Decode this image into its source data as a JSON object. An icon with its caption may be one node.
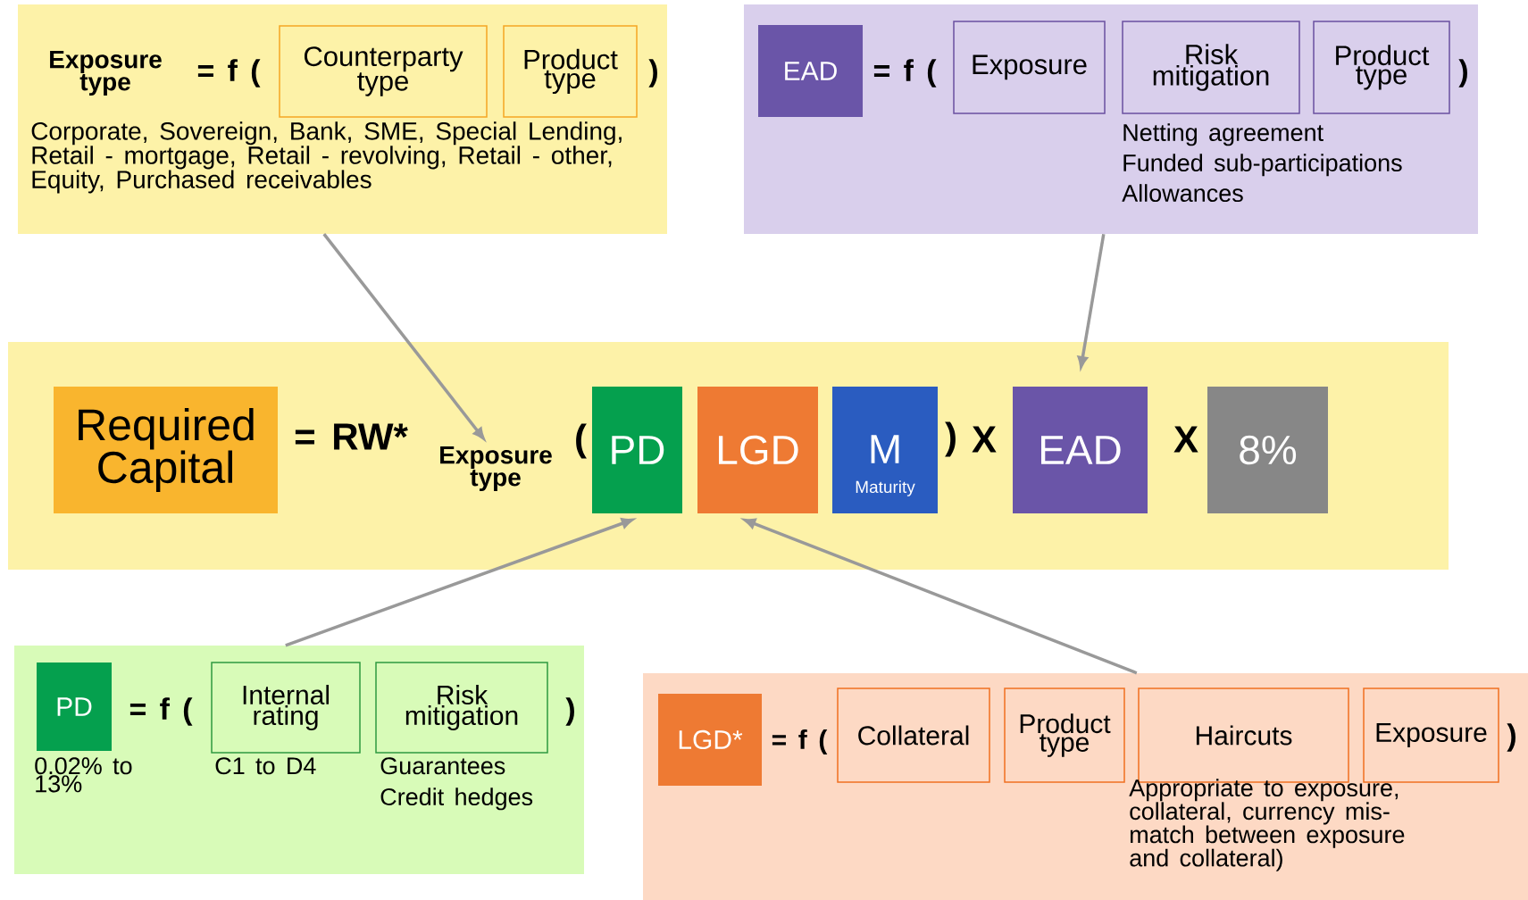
{
  "diagram": {
    "nodes": [
      {
        "text": [
          "Exposure type",
          "Corporate, Sovereign, Bank, SME, Special Lending, Retail - mortgage, Retail - revolving, Retail - other, Equity, Purchased receivables"
        ]
      },
      {
        "text": [
          "Counterparty type"
        ],
        "in": 0
      },
      {
        "text": [
          "Product type"
        ],
        "in": 0
      },
      {
        "text": [],
        "shape": "box"
      },
      {
        "text": [
          "EAD"
        ],
        "in": 3
      },
      {
        "text": [
          "Exposure"
        ],
        "in": 3
      },
      {
        "text": [
          "Risk mitigation"
        ],
        "in": 3,
        "beside": [
          "Netting agreement",
          "Funded sub-participations",
          "Allowances"
        ]
      },
      {
        "text": [
          "Product type"
        ],
        "in": 3
      },
      {
        "text": [],
        "shape": "box"
      },
      {
        "text": [
          "Required Capital"
        ],
        "in": 8
      },
      {
        "text": [
          "Exposure type"
        ],
        "in": 8
      },
      {
        "text": [
          "PD"
        ],
        "in": 8
      },
      {
        "text": [
          "LGD"
        ],
        "in": 8
      },
      {
        "text": [
          "M",
          "Maturity"
        ],
        "in": 8
      },
      {
        "text": [
          "EAD"
        ],
        "in": 8
      },
      {
        "text": [
          "8%"
        ],
        "in": 8
      },
      {
        "text": [],
        "shape": "box"
      },
      {
        "text": [
          "PD"
        ],
        "in": 16,
        "beside": [
          "0.02% to 13%"
        ]
      },
      {
        "text": [
          "Internal rating"
        ],
        "in": 16,
        "beside": [
          "C1 to D4"
        ]
      },
      {
        "text": [
          "Risk mitigation"
        ],
        "in": 16,
        "beside": [
          "Guarantees",
          "Credit hedges"
        ]
      },
      {
        "text": [],
        "shape": "box"
      },
      {
        "text": [
          "LGD*"
        ],
        "in": 20
      },
      {
        "text": [
          "Collateral"
        ],
        "in": 20
      },
      {
        "text": [
          "Product type"
        ],
        "in": 20
      },
      {
        "text": [
          "Haircuts"
        ],
        "in": 20,
        "beside": [
          "Appropriate to exposure, collateral, currency mis-match between exposure and collateral)"
        ]
      },
      {
        "text": [
          "Exposure"
        ],
        "in": 20
      }
    ],
    "edges": [
      {
        "from": 0,
        "to": 10,
        "arrow": "to"
      },
      {
        "from": 3,
        "to": 14,
        "arrow": "to"
      },
      {
        "from": 16,
        "to": 11,
        "arrow": "to"
      },
      {
        "from": 20,
        "to": 12,
        "arrow": "to"
      }
    ],
    "labels": [
      "= f (",
      ")",
      "= f (",
      ")",
      "= RW*",
      "(",
      ")",
      "X",
      "X",
      "= f (",
      ")",
      "= f (",
      ")"
    ]
  }
}
